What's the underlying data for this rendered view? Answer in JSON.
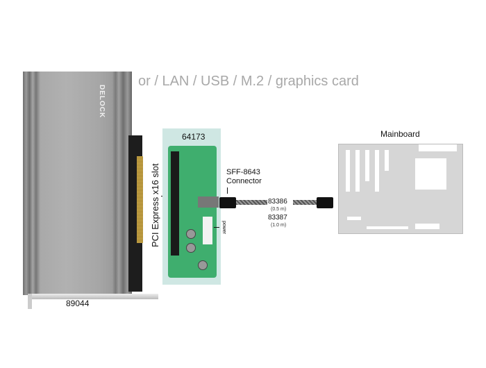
{
  "header": {
    "alternatives_text": "or / LAN / USB / M.2 / graphics card"
  },
  "card": {
    "logo": "DELOCK",
    "part_number": "89044"
  },
  "adapter": {
    "part_number": "64173",
    "slot_label": "PCI Express x16 slot",
    "power_label": "power"
  },
  "connector": {
    "label_line1": "SFF-8643",
    "label_line2": "Connector"
  },
  "cables": [
    {
      "part_number": "83386",
      "length": "(0.5 m)"
    },
    {
      "part_number": "83387",
      "length": "(1.0 m)"
    }
  ],
  "mainboard": {
    "label": "Mainboard"
  }
}
